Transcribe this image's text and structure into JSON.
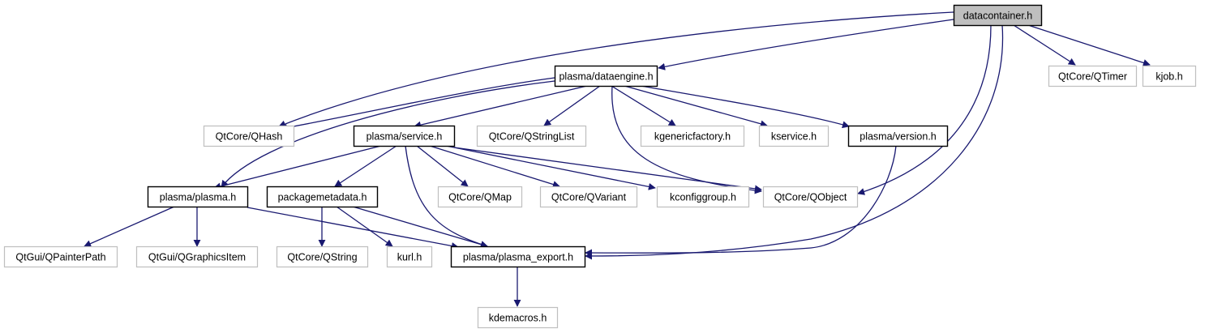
{
  "diagram": {
    "title": "datacontainer.h include dependency graph",
    "colors": {
      "edge": "#191970",
      "root_fill": "#bfbfbf",
      "root_border": "#000000",
      "documented_border": "#000000",
      "external_border": "#bfbfbf",
      "node_fill": "#ffffff"
    },
    "nodes": [
      {
        "id": "datacontainer",
        "label": "datacontainer.h",
        "kind": "root"
      },
      {
        "id": "dataengine",
        "label": "plasma/dataengine.h",
        "kind": "documented"
      },
      {
        "id": "qtimer",
        "label": "QtCore/QTimer",
        "kind": "external"
      },
      {
        "id": "kjob",
        "label": "kjob.h",
        "kind": "external"
      },
      {
        "id": "qhash",
        "label": "QtCore/QHash",
        "kind": "external"
      },
      {
        "id": "service",
        "label": "plasma/service.h",
        "kind": "documented"
      },
      {
        "id": "qstringlist",
        "label": "QtCore/QStringList",
        "kind": "external"
      },
      {
        "id": "kgenericfactory",
        "label": "kgenericfactory.h",
        "kind": "external"
      },
      {
        "id": "kservice",
        "label": "kservice.h",
        "kind": "external"
      },
      {
        "id": "version",
        "label": "plasma/version.h",
        "kind": "documented"
      },
      {
        "id": "plasma",
        "label": "plasma/plasma.h",
        "kind": "documented"
      },
      {
        "id": "packagemetadata",
        "label": "packagemetadata.h",
        "kind": "documented"
      },
      {
        "id": "qmap",
        "label": "QtCore/QMap",
        "kind": "external"
      },
      {
        "id": "qvariant",
        "label": "QtCore/QVariant",
        "kind": "external"
      },
      {
        "id": "kconfiggroup",
        "label": "kconfiggroup.h",
        "kind": "external"
      },
      {
        "id": "qobject",
        "label": "QtCore/QObject",
        "kind": "external"
      },
      {
        "id": "qpainterpath",
        "label": "QtGui/QPainterPath",
        "kind": "external"
      },
      {
        "id": "qgraphicsitem",
        "label": "QtGui/QGraphicsItem",
        "kind": "external"
      },
      {
        "id": "qstring",
        "label": "QtCore/QString",
        "kind": "external"
      },
      {
        "id": "kurl",
        "label": "kurl.h",
        "kind": "external"
      },
      {
        "id": "plasma_export",
        "label": "plasma/plasma_export.h",
        "kind": "documented"
      },
      {
        "id": "kdemacros",
        "label": "kdemacros.h",
        "kind": "external"
      }
    ],
    "edges": [
      {
        "from": "datacontainer",
        "to": "dataengine"
      },
      {
        "from": "datacontainer",
        "to": "qhash"
      },
      {
        "from": "datacontainer",
        "to": "qtimer"
      },
      {
        "from": "datacontainer",
        "to": "kjob"
      },
      {
        "from": "datacontainer",
        "to": "qobject"
      },
      {
        "from": "datacontainer",
        "to": "plasma_export"
      },
      {
        "from": "dataengine",
        "to": "qhash"
      },
      {
        "from": "dataengine",
        "to": "plasma"
      },
      {
        "from": "dataengine",
        "to": "service"
      },
      {
        "from": "dataengine",
        "to": "qstringlist"
      },
      {
        "from": "dataengine",
        "to": "kgenericfactory"
      },
      {
        "from": "dataengine",
        "to": "kservice"
      },
      {
        "from": "dataengine",
        "to": "version"
      },
      {
        "from": "dataengine",
        "to": "qobject"
      },
      {
        "from": "service",
        "to": "plasma"
      },
      {
        "from": "service",
        "to": "packagemetadata"
      },
      {
        "from": "service",
        "to": "qmap"
      },
      {
        "from": "service",
        "to": "qvariant"
      },
      {
        "from": "service",
        "to": "kconfiggroup"
      },
      {
        "from": "service",
        "to": "qobject"
      },
      {
        "from": "service",
        "to": "plasma_export"
      },
      {
        "from": "version",
        "to": "plasma_export"
      },
      {
        "from": "plasma",
        "to": "qpainterpath"
      },
      {
        "from": "plasma",
        "to": "qgraphicsitem"
      },
      {
        "from": "plasma",
        "to": "plasma_export"
      },
      {
        "from": "packagemetadata",
        "to": "qstring"
      },
      {
        "from": "packagemetadata",
        "to": "kurl"
      },
      {
        "from": "packagemetadata",
        "to": "plasma_export"
      },
      {
        "from": "plasma_export",
        "to": "kdemacros"
      }
    ]
  }
}
